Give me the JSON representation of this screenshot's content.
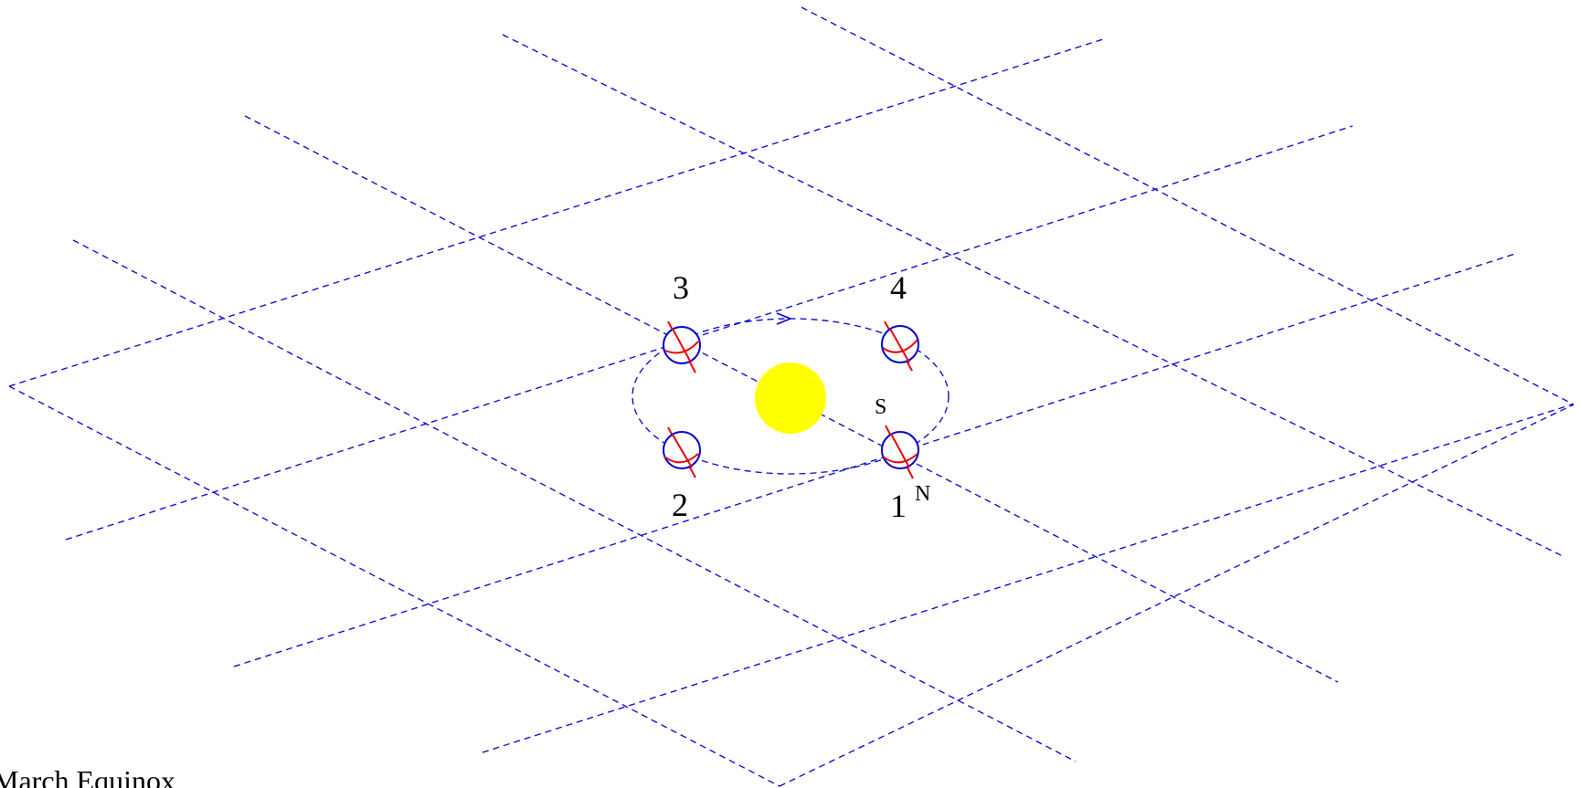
{
  "diagram": {
    "caption": "March Equinox",
    "colors": {
      "grid": "#0000cc",
      "orbit": "#0000cc",
      "sun": "#ffff00",
      "earth_outline": "#0000cc",
      "axis": "#ee0000",
      "text": "#000000"
    },
    "earths": [
      {
        "label": "1"
      },
      {
        "label": "2"
      },
      {
        "label": "3"
      },
      {
        "label": "4"
      }
    ],
    "pole_labels": {
      "south": "S",
      "north": "N"
    },
    "orbit_direction_marker": "arrow-icon"
  }
}
